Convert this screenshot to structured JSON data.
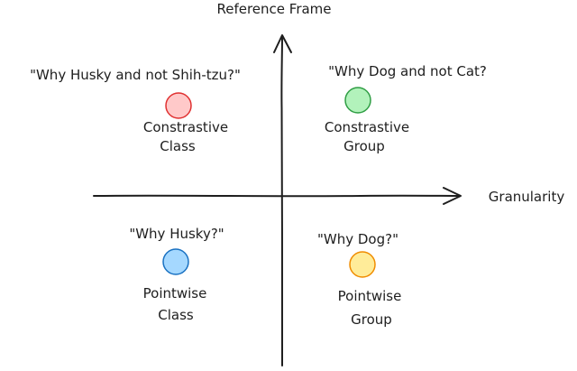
{
  "axes": {
    "y_label": "Reference Frame",
    "x_label": "Granularity"
  },
  "quadrants": {
    "top_left": {
      "question": "\"Why Husky and not Shih-tzu?\"",
      "line1": "Constrastive",
      "line2": "Class",
      "dot_fill": "#ffc9c9",
      "dot_stroke": "#e03131"
    },
    "top_right": {
      "question": "\"Why Dog and not Cat?",
      "line1": "Constrastive",
      "line2": "Group",
      "dot_fill": "#b2f2bb",
      "dot_stroke": "#2f9e44"
    },
    "bottom_left": {
      "question": "\"Why Husky?\"",
      "line1": "Pointwise",
      "line2": "Class",
      "dot_fill": "#a5d8ff",
      "dot_stroke": "#1971c2"
    },
    "bottom_right": {
      "question": "\"Why Dog?\"",
      "line1": "Pointwise",
      "line2": "Group",
      "dot_fill": "#ffec99",
      "dot_stroke": "#f08c00"
    }
  }
}
